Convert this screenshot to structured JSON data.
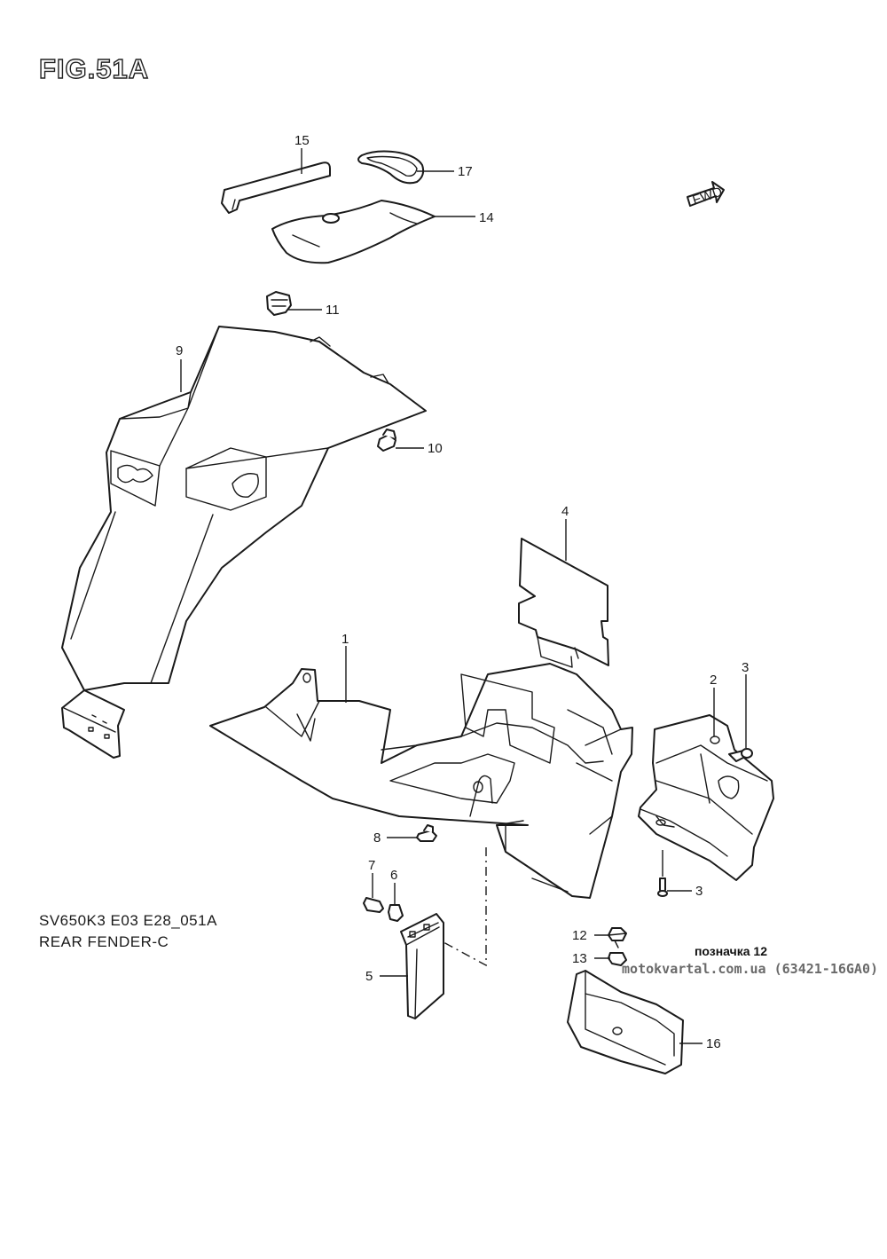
{
  "figure": {
    "title": "FIG.51A",
    "model_code": "SV650K3 E03 E28_051A",
    "name": "REAR FENDER-C"
  },
  "direction_arrow": {
    "label": "FWD"
  },
  "callouts": [
    {
      "id": "c1",
      "number": "1"
    },
    {
      "id": "c2",
      "number": "2"
    },
    {
      "id": "c3a",
      "number": "3"
    },
    {
      "id": "c3b",
      "number": "3"
    },
    {
      "id": "c4",
      "number": "4"
    },
    {
      "id": "c5",
      "number": "5"
    },
    {
      "id": "c6",
      "number": "6"
    },
    {
      "id": "c7",
      "number": "7"
    },
    {
      "id": "c8",
      "number": "8"
    },
    {
      "id": "c9",
      "number": "9"
    },
    {
      "id": "c10",
      "number": "10"
    },
    {
      "id": "c11",
      "number": "11"
    },
    {
      "id": "c12",
      "number": "12"
    },
    {
      "id": "c13",
      "number": "13"
    },
    {
      "id": "c14",
      "number": "14"
    },
    {
      "id": "c15",
      "number": "15"
    },
    {
      "id": "c16",
      "number": "16"
    },
    {
      "id": "c17",
      "number": "17"
    }
  ],
  "note": "позначка 12",
  "watermark": "motokvartal.com.ua (63421-16GA0)"
}
